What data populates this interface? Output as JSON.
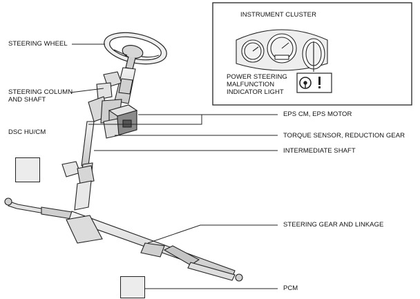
{
  "inset": {
    "title": "INSTRUMENT CLUSTER",
    "caption_lines": [
      "POWER STEERING",
      "MALFUNCTION",
      "INDICATOR LIGHT"
    ]
  },
  "labels": {
    "steering_wheel": "STEERING WHEEL",
    "steering_column_line1": "STEERING COLUMN",
    "steering_column_line2": "AND SHAFT",
    "dsc": "DSC HU/CM",
    "eps": "EPS CM, EPS MOTOR",
    "torque": "TORQUE SENSOR, REDUCTION GEAR",
    "intermediate": "INTERMEDIATE SHAFT",
    "gear": "STEERING GEAR AND LINKAGE",
    "pcm": "PCM"
  },
  "icons": {
    "warning_light": "steering-wheel-exclamation-icon"
  },
  "colors": {
    "line": "#222222",
    "part_fill": "#e6e6e6",
    "part_shade": "#bdbdbd",
    "motor_dark": "#555555"
  }
}
